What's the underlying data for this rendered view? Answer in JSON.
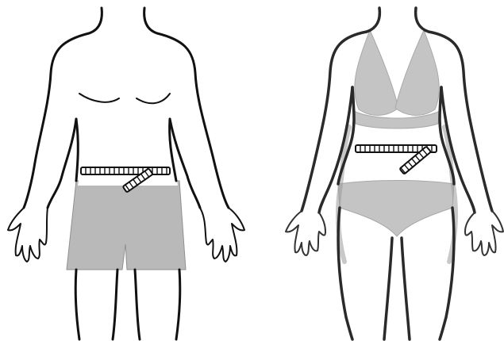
{
  "figures": [
    {
      "id": "male",
      "garment": "shorts",
      "garment_color": "#b9b9b9",
      "tape_color": "#ffffff",
      "outline_color": "#111111"
    },
    {
      "id": "female",
      "garment": "bikini",
      "garment_color": "#c4c4c4",
      "tape_color": "#ffffff",
      "outline_color": "#2a2a2a"
    }
  ]
}
